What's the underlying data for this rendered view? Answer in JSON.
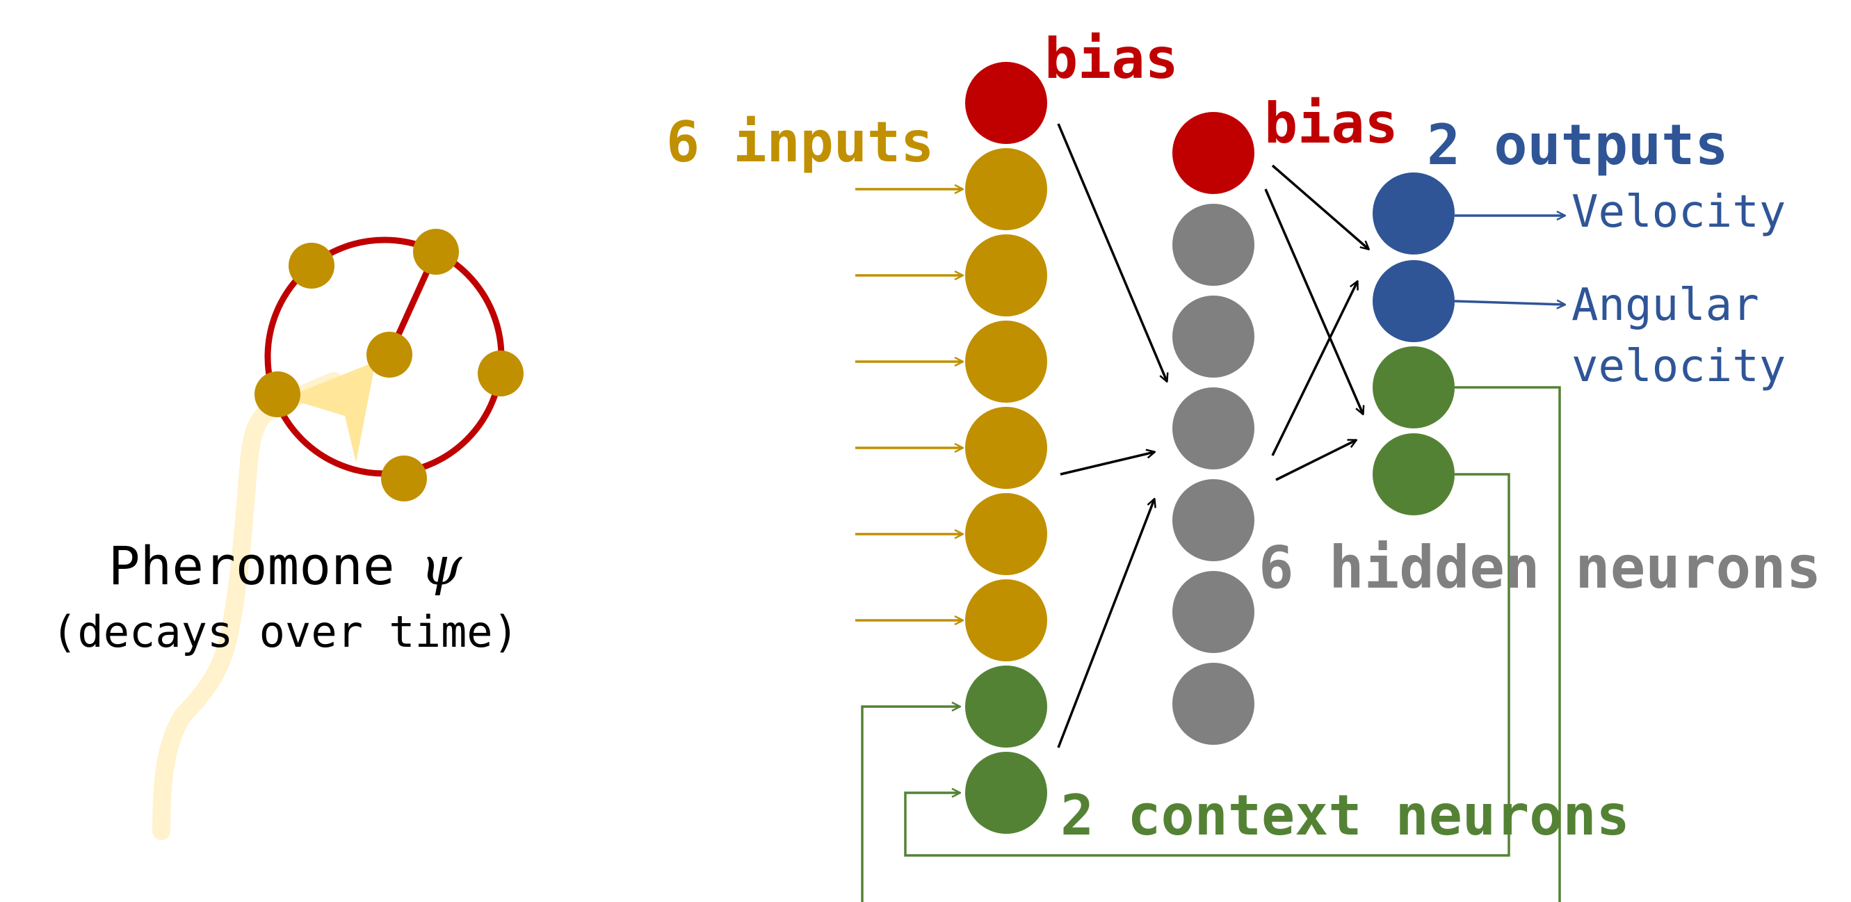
{
  "colors": {
    "input": "#C09000",
    "bias": "#C00000",
    "hidden": "#808080",
    "output": "#2F5597",
    "context": "#548235",
    "trail": "#FFE699",
    "arrow": "#000000"
  },
  "labels": {
    "input_bias": "bias",
    "hidden_bias": "bias",
    "inputs": "6 inputs",
    "outputs": "2 outputs",
    "hidden": "6 hidden neurons",
    "context": "2 context neurons",
    "out_velocity": "Velocity",
    "out_angular_line1": "Angular",
    "out_angular_line2": "velocity",
    "pheromone": "Pheromone",
    "psi": "ψ",
    "decays": "(decays over time)"
  },
  "network": {
    "input_layer": {
      "bias_count": 1,
      "input_count": 6,
      "context_count": 2
    },
    "hidden_layer": {
      "bias_count": 1,
      "hidden_count": 6
    },
    "output_layer": {
      "output_count": 2,
      "context_count": 2
    }
  },
  "sensor": {
    "sensor_count": 6
  }
}
